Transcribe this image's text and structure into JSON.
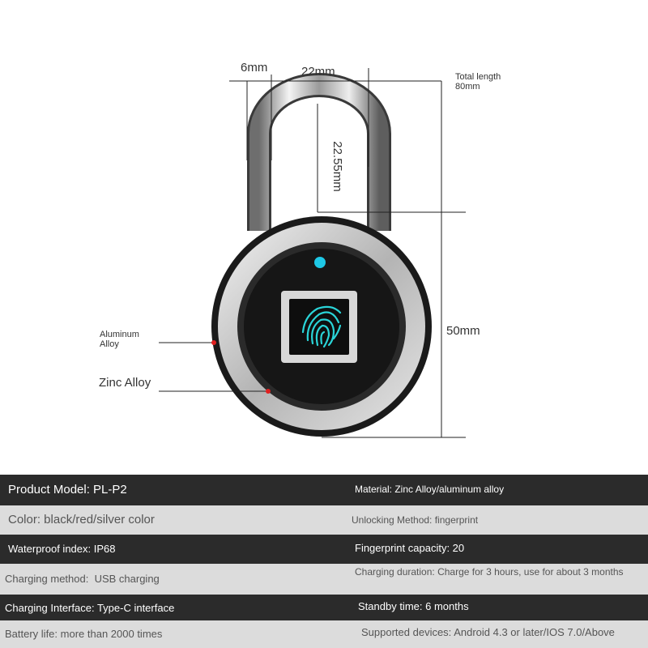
{
  "diagram": {
    "dimensions": {
      "shackle_thickness": "6mm",
      "shackle_width": "22mm",
      "total_length": "Total length\n80mm",
      "shackle_height": "22.55mm",
      "body_diameter": "50mm"
    },
    "materials": {
      "outer": "Aluminum\nAlloy",
      "inner": "Zinc Alloy"
    },
    "colors": {
      "indicator": "#1ec8e6",
      "fingerprint": "#2ad4d8",
      "marker": "#e01f1f"
    }
  },
  "specs": [
    {
      "left": "Product Model: PL-P2",
      "right": "Material: Zinc Alloy/aluminum alloy"
    },
    {
      "left": "Color: black/red/silver color",
      "right": "Unlocking Method: fingerprint"
    },
    {
      "left": "Waterproof index: IP68",
      "right": "Fingerprint capacity: 20"
    },
    {
      "left": "Charging method:  USB charging",
      "right": "Charging duration: Charge for 3 hours, use for about 3 months"
    },
    {
      "left": "Charging Interface: Type-C interface",
      "right": "Standby time: 6 months"
    },
    {
      "left": "Battery life: more than 2000 times",
      "right": "Supported devices: Android 4.3 or later/IOS 7.0/Above"
    }
  ]
}
